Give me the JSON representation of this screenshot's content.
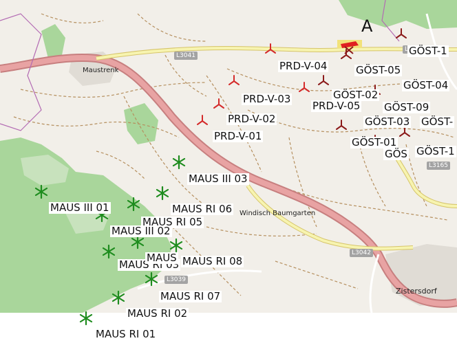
{
  "marker_letter": "A",
  "places": {
    "maustrenk": "Maustrenk",
    "windisch": "Windisch Baumgarten",
    "zistersdorf": "Zistersdorf"
  },
  "roads": {
    "l3041": "L3041",
    "l31": "L31",
    "l3165": "L3165",
    "l3042": "L3042",
    "l3039": "L3039"
  },
  "colors": {
    "existing_turbine": "#1e8c1e",
    "planned_turbine_a": "#d42a2a",
    "planned_turbine_b": "#8b1a1a",
    "main_road": "#d99a9a",
    "border": "#b36bb3",
    "forest": "#a9d69b"
  },
  "icons": {
    "existing": "asterisk-turbine-icon",
    "planned": "y-turbine-icon",
    "marker": "red-construction-marker-icon"
  },
  "labels": {
    "gost_1a": "GÖST-1",
    "gost_05": "GÖST-05",
    "gost_04": "GÖST-04",
    "gost_02": "GÖST-02",
    "gost_09": "GÖST-09",
    "gost_03": "GÖST-03",
    "gost_x": "GÖST-",
    "gost_01": "GÖST-01",
    "gos": "GÖS",
    "gost_1b": "GÖST-1",
    "prd_v_04": "PRD-V-04",
    "prd_v_03": "PRD-V-03",
    "prd_v_05": "PRD-V-05",
    "prd_v_02": "PRD-V-02",
    "prd_v_01": "PRD-V-01",
    "maus_iii_03": "MAUS III 03",
    "maus_iii_01": "MAUS III 01",
    "maus_ri_06": "MAUS RI 06",
    "maus_ri_05": "MAUS RI 05",
    "maus_iii_02": "MAUS III 02",
    "maus_ri_03": "MAUS RI 03",
    "maus_ri_04": "MAUS",
    "maus_ri_08": "MAUS RI 08",
    "maus_ri_07": "MAUS RI 07",
    "maus_ri_02": "MAUS RI 02",
    "maus_ri_01": "MAUS RI 01"
  }
}
